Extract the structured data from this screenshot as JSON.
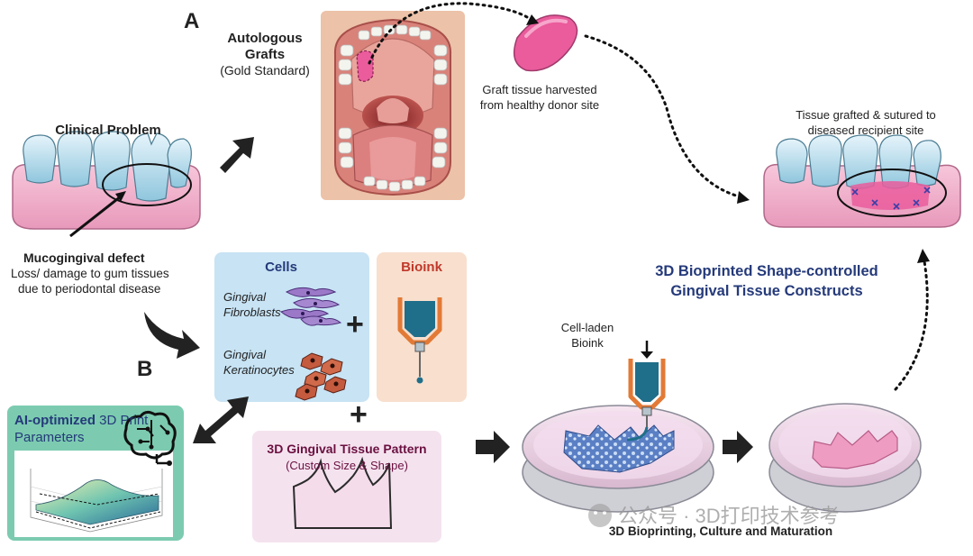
{
  "labels": {
    "section_a": "A",
    "section_b": "B",
    "autologous_line1": "Autologous",
    "autologous_line2": "Grafts",
    "gold_standard": "(Gold Standard)",
    "harvest_line1": "Graft tissue harvested",
    "harvest_line2": "from healthy donor site",
    "grafted_line1": "Tissue grafted & sutured to",
    "grafted_line2": "diseased recipient site",
    "clinical_problem": "Clinical Problem",
    "defect_title": "Mucogingival defect",
    "defect_line1": "Loss/ damage to gum tissues",
    "defect_line2": "due to periodontal disease",
    "cells_title": "Cells",
    "fibro_line1": "Gingival",
    "fibro_line2": "Fibroblasts",
    "kera_line1": "Gingival",
    "kera_line2": "Keratinocytes",
    "bioink_title": "Bioink",
    "plus": "+",
    "pattern_title": "3D Gingival Tissue Pattern",
    "pattern_subtitle": "(Custom Size & Shape)",
    "ai_bold": "AI-optimized",
    "ai_rest": " 3D Print",
    "ai_line2": "Parameters",
    "constructs_line1": "3D Bioprinted Shape-controlled",
    "constructs_line2": "Gingival Tissue Constructs",
    "cellladen_line1": "Cell-laden",
    "cellladen_line2": "Bioink",
    "bottom_caption": "3D Bioprinting, Culture and Maturation",
    "watermark": "公众号 · 3D打印技术参考"
  },
  "colors": {
    "cells_panel": "#c7e3f4",
    "bioink_panel": "#f8dfce",
    "pattern_panel": "#f4e3ef",
    "ai_panel": "#7ccbb0",
    "gum_pink": "#f2b3cc",
    "tooth_blue": "#b9dcea",
    "graft_pink": "#ea5c9c",
    "navy_title": "#253a7a",
    "bioink_red": "#c0392b",
    "pattern_title": "#6b1040",
    "nozzle_teal": "#1f6e8a",
    "nozzle_orange": "#e27a36"
  }
}
